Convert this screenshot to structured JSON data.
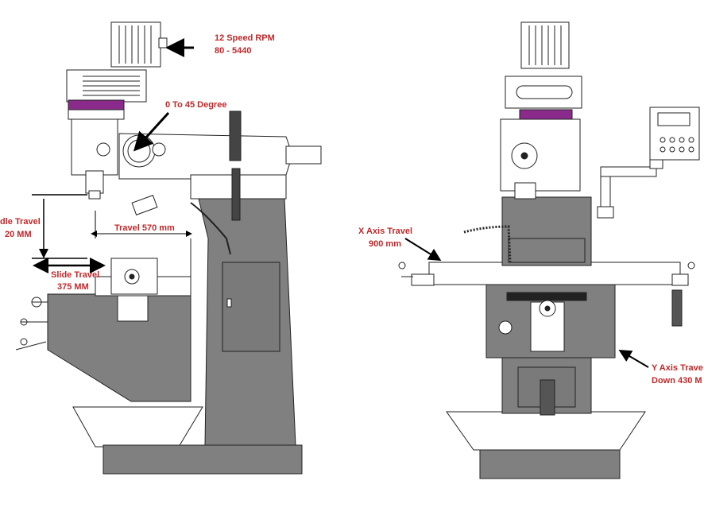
{
  "colors": {
    "body": "#808080",
    "body_dark": "#6a6a6a",
    "outline": "#222222",
    "accent_purple": "#8a2a8a",
    "label_red": "#c0282a",
    "white": "#ffffff"
  },
  "annotations": {
    "rpm_line1": "12 Speed RPM",
    "rpm_line2": "80 - 5440",
    "angle": "0 To 45 Degree",
    "spindle_line1": "dle Travel",
    "spindle_line2": "20 MM",
    "travel_570": "Travel 570 mm",
    "slide_line1": "Slide Travel",
    "slide_line2": "375 MM",
    "x_axis_line1": "X Axis Travel",
    "x_axis_line2": "900 mm",
    "y_axis_line1": "Y Axis Trave",
    "y_axis_line2": "Down 430 M"
  }
}
